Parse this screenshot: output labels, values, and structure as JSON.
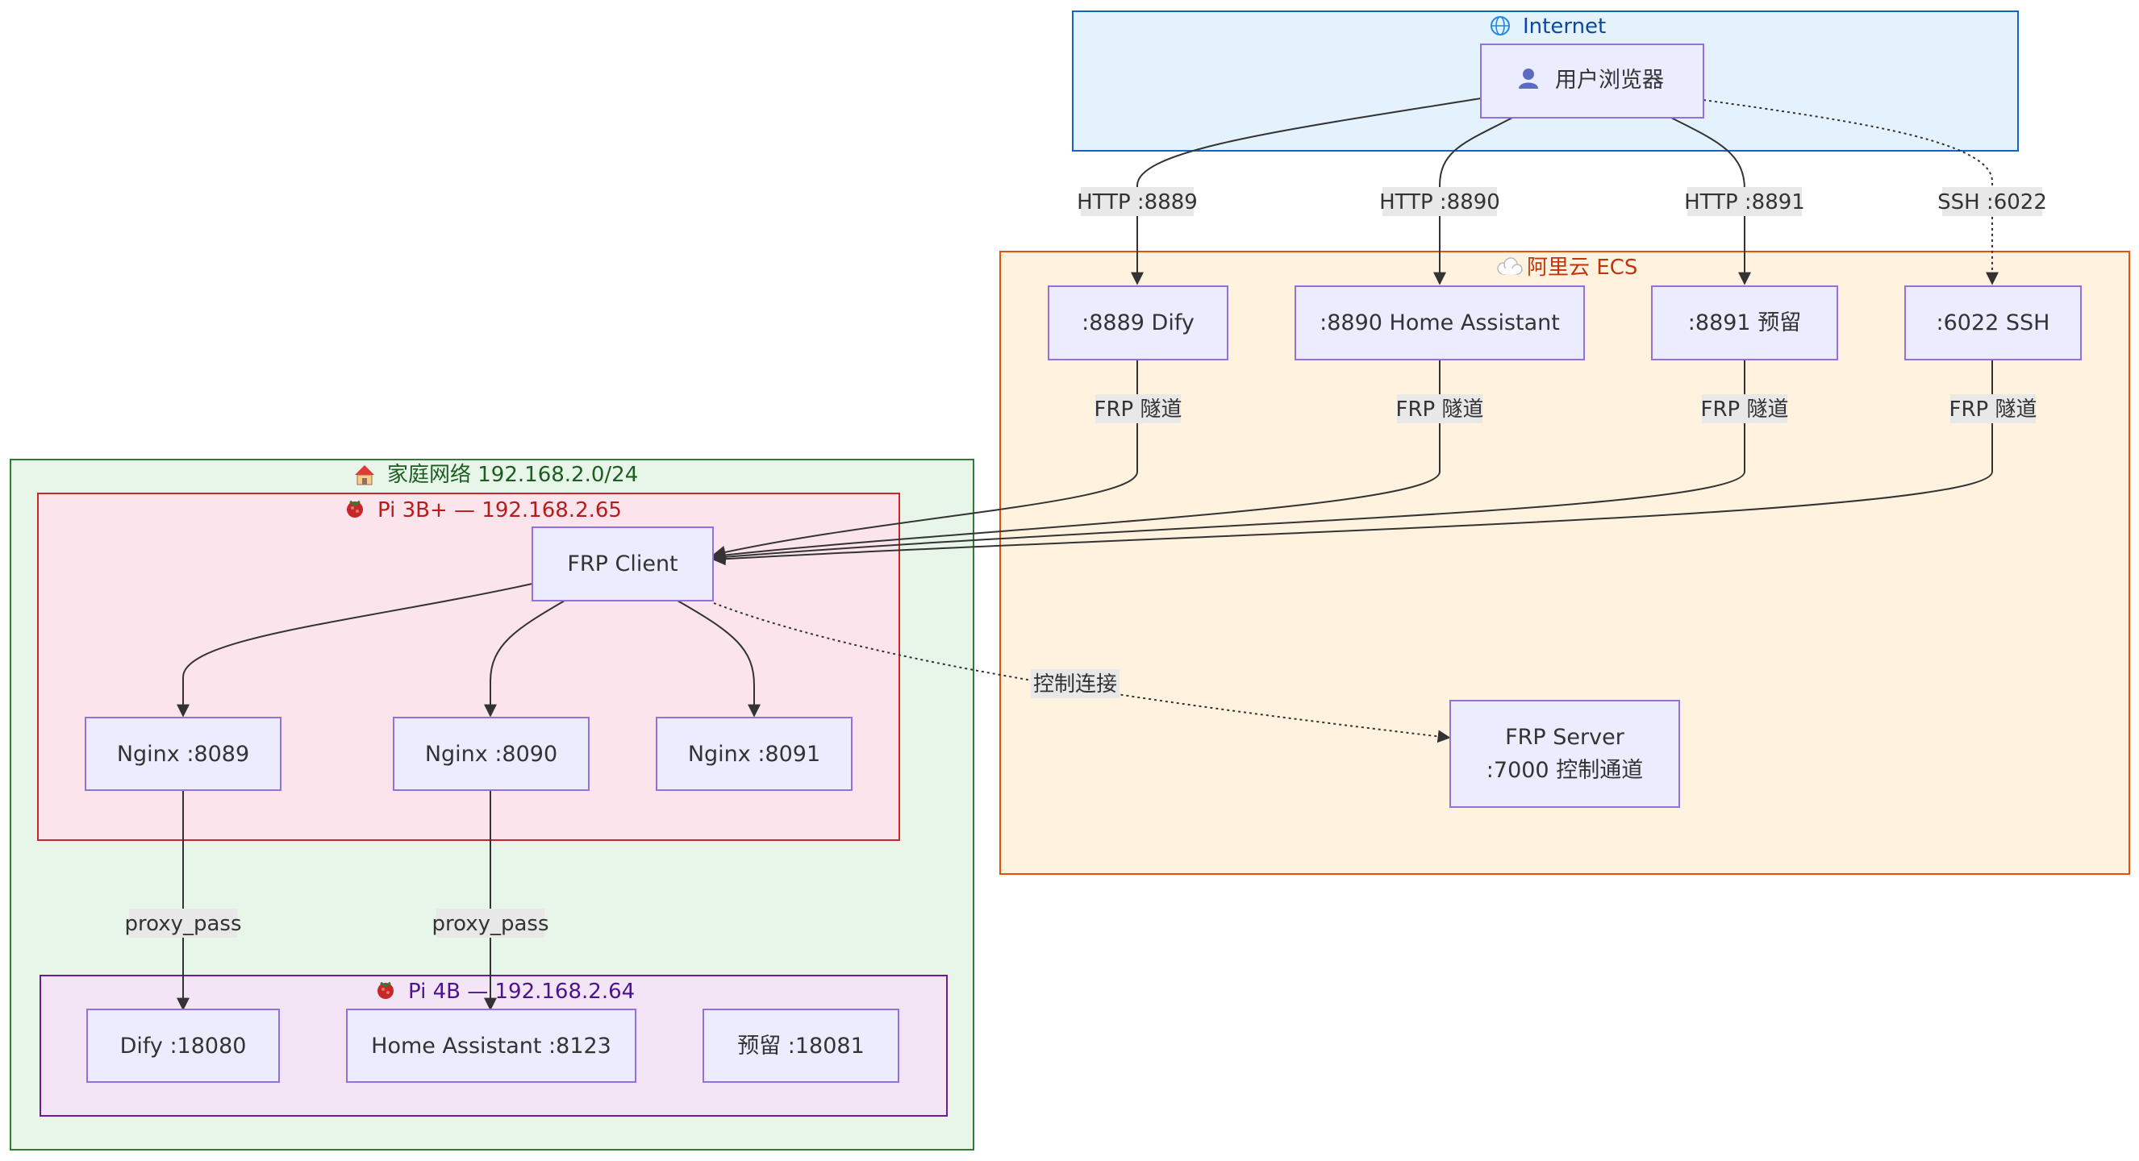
{
  "groups": {
    "internet": {
      "title": "Internet",
      "icon": "globe-icon",
      "fill": "#e3f2fd",
      "stroke": "#1565c0",
      "title_color": "#0d47a1"
    },
    "ecs": {
      "title": "阿里云 ECS",
      "icon": "cloud-icon",
      "fill": "#fff3e0",
      "stroke": "#e65100",
      "title_color": "#bf360c"
    },
    "home": {
      "title": "家庭网络 192.168.2.0/24",
      "icon": "house-icon",
      "fill": "#e8f5e9",
      "stroke": "#2e7d32",
      "title_color": "#1b5e20"
    },
    "pi3": {
      "title": "Pi 3B+ — 192.168.2.65",
      "icon": "raspberry-icon",
      "fill": "#fce4ec",
      "stroke": "#c62828",
      "title_color": "#b71c1c"
    },
    "pi4": {
      "title": "Pi 4B — 192.168.2.64",
      "icon": "raspberry-icon",
      "fill": "#f3e5f5",
      "stroke": "#6a1b9a",
      "title_color": "#4a148c"
    }
  },
  "nodes": {
    "browser": {
      "label": "用户浏览器",
      "icon": "user-icon"
    },
    "ecs_8889": {
      "label": ":8889 Dify"
    },
    "ecs_8890": {
      "label": ":8890 Home Assistant"
    },
    "ecs_8891": {
      "label": ":8891 预留"
    },
    "ecs_6022": {
      "label": ":6022 SSH"
    },
    "frp_server_line1": {
      "label": "FRP Server"
    },
    "frp_server_line2": {
      "label": ":7000 控制通道"
    },
    "frp_client": {
      "label": "FRP Client"
    },
    "nginx_8089": {
      "label": "Nginx :8089"
    },
    "nginx_8090": {
      "label": "Nginx :8090"
    },
    "nginx_8091": {
      "label": "Nginx :8091"
    },
    "dify": {
      "label": "Dify :18080"
    },
    "home_assistant": {
      "label": "Home Assistant :8123"
    },
    "reserved": {
      "label": "预留 :18081"
    }
  },
  "edges": {
    "http_8889": "HTTP :8889",
    "http_8890": "HTTP :8890",
    "http_8891": "HTTP :8891",
    "ssh_6022": "SSH :6022",
    "tunnel_1": "FRP 隧道",
    "tunnel_2": "FRP 隧道",
    "tunnel_3": "FRP 隧道",
    "tunnel_4": "FRP 隧道",
    "control": "控制连接",
    "proxy_1": "proxy_pass",
    "proxy_2": "proxy_pass"
  },
  "colors": {
    "node_fill": "#ececff",
    "node_stroke": "#9370db",
    "edge": "#333333",
    "label_bg": "#e8e8e8"
  }
}
